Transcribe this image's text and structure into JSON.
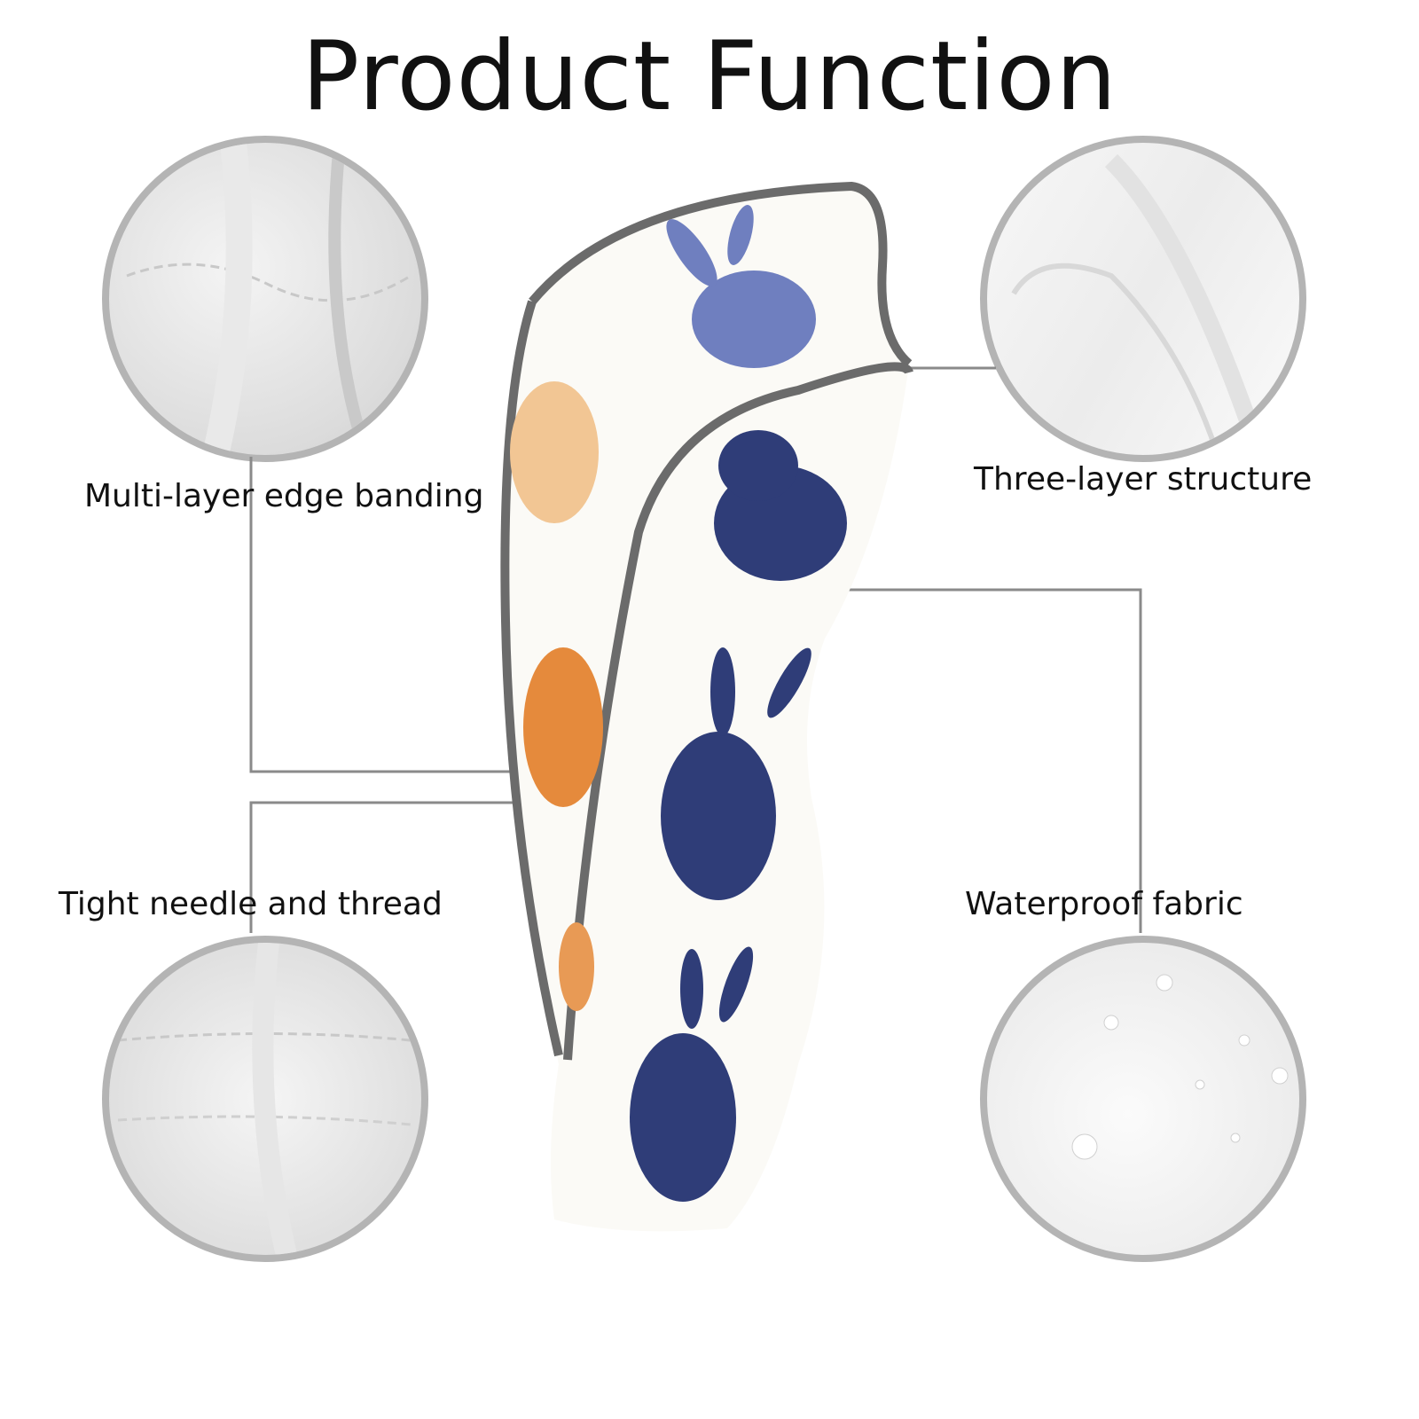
{
  "title": "Product Function",
  "features": [
    {
      "label": "Multi-layer edge banding"
    },
    {
      "label": "Three-layer structure"
    },
    {
      "label": "Tight needle and thread"
    },
    {
      "label": "Waterproof fabric"
    }
  ],
  "colors": {
    "border": "#b4b4b4",
    "line": "#8a8a8a",
    "trim": "#6b6b6b",
    "blue_rabbit": "#2f3d78",
    "orange_rabbit": "#e58a3c"
  }
}
